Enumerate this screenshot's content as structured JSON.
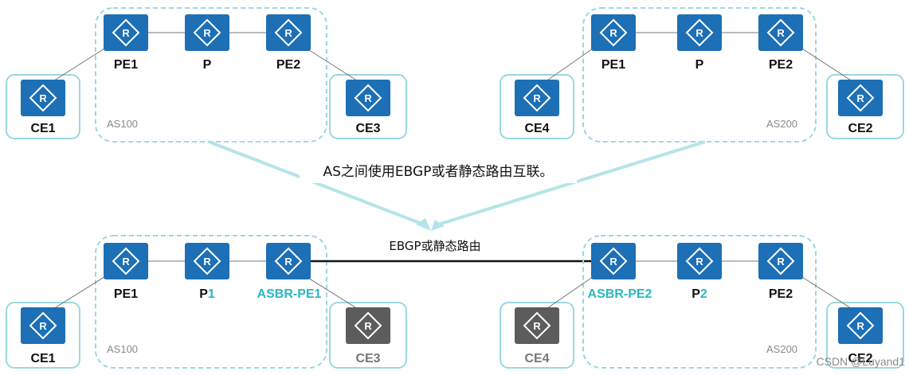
{
  "top_left": {
    "routers": [
      "PE1",
      "P",
      "PE2"
    ],
    "ce_left": "CE1",
    "ce_right": "CE3",
    "as_label": "AS100"
  },
  "top_right": {
    "routers": [
      "PE1",
      "P",
      "PE2"
    ],
    "ce_left": "CE4",
    "ce_right": "CE2",
    "as_label": "AS200"
  },
  "caption": "AS之间使用EBGP或者静态路由互联。",
  "bottom_left": {
    "pe1": "PE1",
    "p_prefix": "P",
    "p_suffix": "1",
    "asbr": "ASBR-PE1",
    "ce_left": "CE1",
    "ce_right": "CE3",
    "as_label": "AS100"
  },
  "bottom_right": {
    "asbr": "ASBR-PE2",
    "p_prefix": "P",
    "p_suffix": "2",
    "pe2": "PE2",
    "ce_left": "CE4",
    "ce_right": "CE2",
    "as_label": "AS200"
  },
  "link_label": "EBGP或静态路由",
  "watermark": "CSDN @Luyand1",
  "colors": {
    "router_blue": "#1d6fb6",
    "router_grey": "#5c5c5c",
    "box_teal": "#9bd8de",
    "highlight_teal": "#2ab7c0"
  }
}
